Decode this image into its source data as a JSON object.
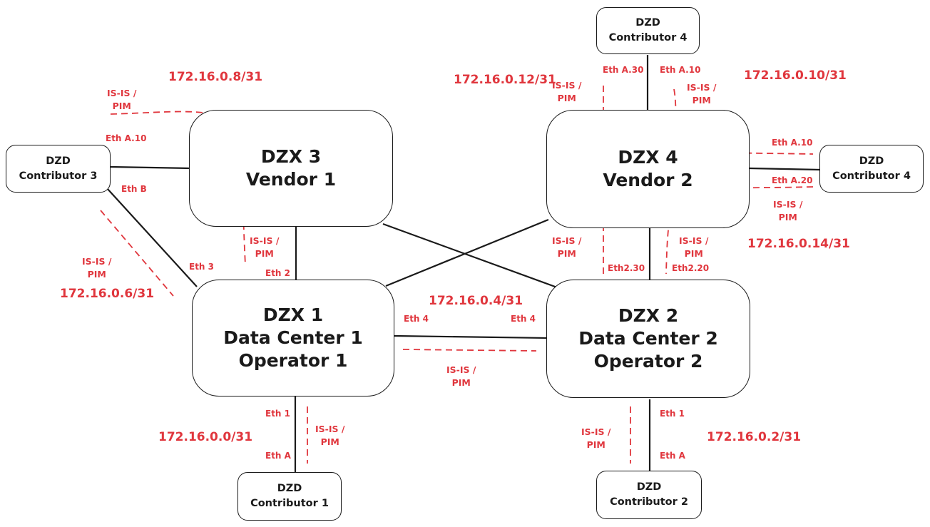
{
  "nodes": {
    "dzx1": {
      "line1": "DZX 1",
      "line2": "Data Center 1",
      "line3": "Operator 1"
    },
    "dzx2": {
      "line1": "DZX 2",
      "line2": "Data Center 2",
      "line3": "Operator 2"
    },
    "dzx3": {
      "line1": "DZX 3",
      "line2": "Vendor 1"
    },
    "dzx4": {
      "line1": "DZX 4",
      "line2": "Vendor 2"
    },
    "contrib1": {
      "line1": "DZD",
      "line2": "Contributor 1"
    },
    "contrib2": {
      "line1": "DZD",
      "line2": "Contributor 2"
    },
    "contrib3": {
      "line1": "DZD",
      "line2": "Contributor 3"
    },
    "contrib4_top": {
      "line1": "DZD",
      "line2": "Contributor 4"
    },
    "contrib4_right": {
      "line1": "DZD",
      "line2": "Contributor 4"
    }
  },
  "subnets": {
    "s0": "172.16.0.0/31",
    "s2": "172.16.0.2/31",
    "s4": "172.16.0.4/31",
    "s6": "172.16.0.6/31",
    "s8": "172.16.0.8/31",
    "s10": "172.16.0.10/31",
    "s12": "172.16.0.12/31",
    "s14": "172.16.0.14/31"
  },
  "interfaces": {
    "c3_etha10": "Eth A.10",
    "c3_ethb": "Eth B",
    "dzx1_eth3": "Eth 3",
    "dzx1_eth2": "Eth 2",
    "dzx1_eth4": "Eth 4",
    "dzx2_eth4": "Eth 4",
    "dzx1_eth1": "Eth 1",
    "c1_etha": "Eth A",
    "dzx2_eth1": "Eth 1",
    "c2_etha": "Eth A",
    "c4t_etha30": "Eth A.30",
    "c4t_etha10": "Eth A.10",
    "c4r_etha10": "Eth A.10",
    "c4r_etha20": "Eth A.20",
    "dzx2_eth230": "Eth2.30",
    "dzx2_eth220": "Eth2.20"
  },
  "protocol": {
    "line1": "IS-IS /",
    "line2": "PIM"
  }
}
